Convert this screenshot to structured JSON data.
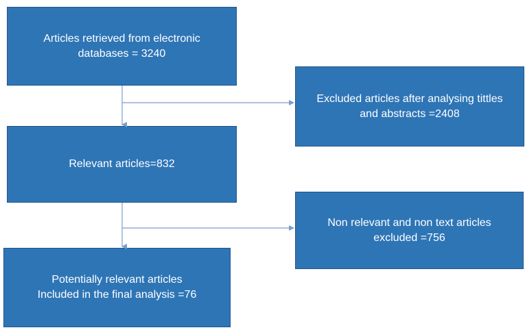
{
  "flow": {
    "retrieved": "Articles retrieved from electronic\ndatabases = 3240",
    "excluded_titles": "Excluded articles after analysing  tittles\nand abstracts =2408",
    "relevant": "Relevant articles=832",
    "non_relevant": "Non relevant and non text articles\nexcluded =756",
    "final": "Potentially relevant articles\nIncluded in the final analysis =76"
  },
  "colors": {
    "box_fill": "#2e75b6",
    "box_border": "#22548a",
    "text": "#ffffff",
    "connector": "#7a9ecb"
  }
}
